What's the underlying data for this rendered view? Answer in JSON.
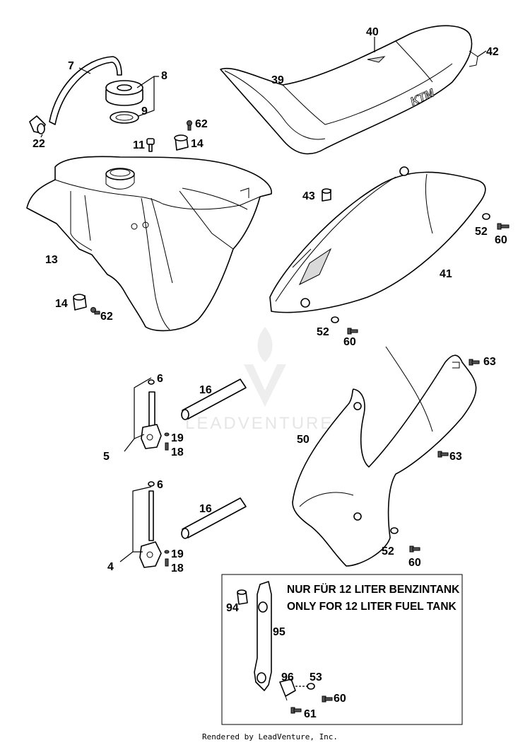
{
  "callouts": {
    "c7": "7",
    "c8": "8",
    "c9": "9",
    "c22": "22",
    "c62a": "62",
    "c11": "11",
    "c14a": "14",
    "c13": "13",
    "c14b": "14",
    "c62b": "62",
    "c40": "40",
    "c42": "42",
    "c39": "39",
    "c43": "43",
    "c52a": "52",
    "c60a": "60",
    "c41": "41",
    "c52b": "52",
    "c60b": "60",
    "c6a": "6",
    "c16a": "16",
    "c19a": "19",
    "c18a": "18",
    "c5": "5",
    "c63a": "63",
    "c50": "50",
    "c63b": "63",
    "c6b": "6",
    "c16b": "16",
    "c19b": "19",
    "c18b": "18",
    "c4": "4",
    "c52c": "52",
    "c60c": "60",
    "c94": "94",
    "c95": "95",
    "c96": "96",
    "c53": "53",
    "c60d": "60",
    "c61": "61"
  },
  "inset": {
    "note_line1": "NUR FÜR 12 LITER BENZINTANK",
    "note_line2": "ONLY FOR 12 LITER FUEL TANK"
  },
  "watermark": {
    "text": "LEADVENTURE"
  },
  "footer": {
    "text": "Rendered by LeadVenture, Inc."
  },
  "colors": {
    "line": "#000000",
    "background": "#ffffff",
    "watermark": "#e6e6e6"
  }
}
